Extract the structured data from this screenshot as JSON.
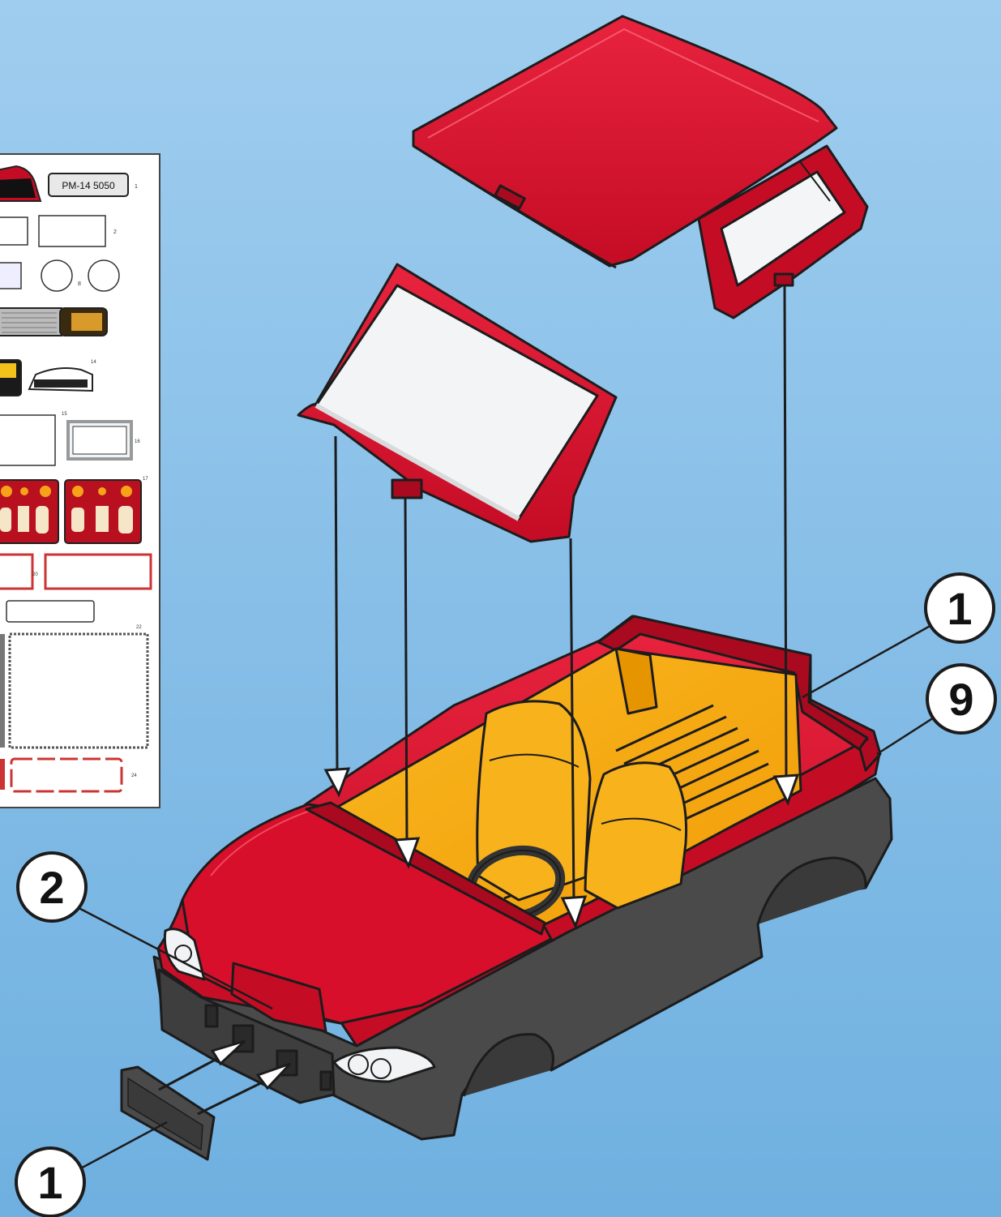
{
  "colors": {
    "bg_top": "#9ccbee",
    "bg_bottom": "#72b2e2",
    "body_red": "#d80f2a",
    "body_red_light": "#ea2440",
    "body_red_dark": "#a90a1f",
    "interior_yellow": "#f6a90d",
    "chassis_grey": "#4a4a4a",
    "glass": "#f1f3f5",
    "outline": "#1c1c1c"
  },
  "sticker_sheet": {
    "plate_text": "PM-14 5050",
    "label_1": "1",
    "label_2": "2",
    "label_8": "8",
    "label_14": "14",
    "label_15": "15",
    "label_16": "16",
    "label_17": "17",
    "label_20": "20",
    "label_22": "22",
    "label_24": "24"
  },
  "callouts": [
    {
      "id": "roof-plate",
      "number": "1"
    },
    {
      "id": "roof-body",
      "number": "9"
    },
    {
      "id": "hood",
      "number": "2"
    },
    {
      "id": "front-plate",
      "number": "1"
    }
  ],
  "icons": [
    "arrow-down-icon",
    "arrow-into-bumper-icon"
  ]
}
